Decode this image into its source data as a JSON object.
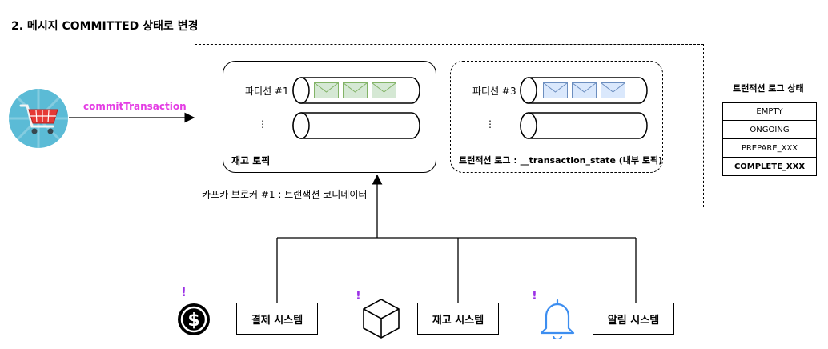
{
  "title": "2. 메시지 COMMITTED 상태로 변경",
  "producer": {
    "icon": "shopping-cart-icon",
    "arrow_label": "commitTransaction"
  },
  "broker": {
    "label": "카프카 브로커 #1 : 트랜잭션 코디네이터",
    "topic": {
      "label": "재고 토픽",
      "partition_label": "파티션 #1",
      "ellipsis": "⋮",
      "message_color": "#d5e8d4",
      "message_border": "#82b366"
    },
    "transaction_log": {
      "label": "트랜잭션 로그 : __transaction_state (내부 토픽)",
      "partition_label": "파티션 #3",
      "ellipsis": "⋮",
      "message_color": "#dae8fc",
      "message_border": "#6c8ebf"
    }
  },
  "state_legend": {
    "title": "트랜잭션 로그 상태",
    "states": [
      "EMPTY",
      "ONGOING",
      "PREPARE_XXX",
      "COMPLETE_XXX"
    ]
  },
  "systems": [
    {
      "name": "결제 시스템",
      "icon": "dollar-coin-icon",
      "badge": "!"
    },
    {
      "name": "재고 시스템",
      "icon": "box-icon",
      "badge": "!"
    },
    {
      "name": "알림 시스템",
      "icon": "bell-icon",
      "badge": "!"
    }
  ],
  "colors": {
    "accent_magenta": "#e43ce4",
    "bell_blue": "#3d8ef0",
    "cart_red": "#e53935",
    "cart_bg": "#5bbbd6"
  }
}
